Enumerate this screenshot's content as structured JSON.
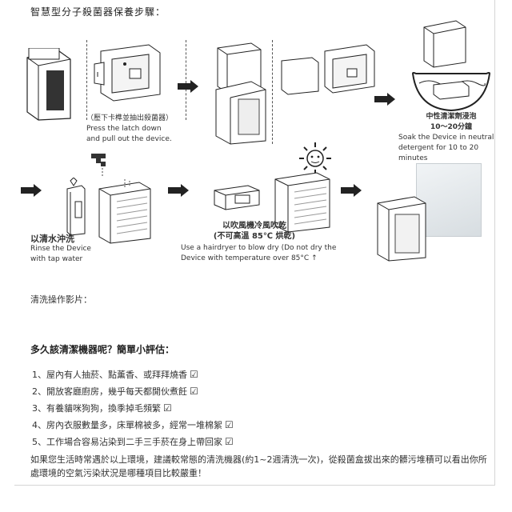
{
  "title": "智慧型分子殺菌器保養步驟：",
  "step_remove": {
    "zh": "（壓下卡榫並抽出殺菌器）",
    "en1": "Press the latch down",
    "en2": "and pull out the device."
  },
  "step_soak": {
    "zh1": "中性清潔劑浸泡",
    "zh2": "10～20分鐘",
    "en1": "Soak the Device in neutral",
    "en2": "detergent for 10 to 20 minutes"
  },
  "step_rinse": {
    "zh": "以清水沖洗",
    "en1": "Rinse the Device",
    "en2": "with tap water"
  },
  "step_dry": {
    "zh1": "以吹風機冷風吹乾",
    "zh2": "(不可高溫 85℃ 烘乾)",
    "en1": "Use a hairdryer to blow dry (Do not dry the",
    "en2": "Device with temperature over 85°C"
  },
  "video_label": "清洗操作影片：",
  "question": "多久該清潔機器呢？簡單小評估：",
  "checklist": [
    "1、屋內有人抽菸、點薰香、或拜拜燒香",
    "2、開放客廳廚房，幾乎每天都開伙煮飪",
    "3、有養貓咪狗狗，換季掉毛頻繁",
    "4、房內衣服數量多，床單棉被多，經常一堆棉絮",
    "5、工作場合容易沾染到二手三手菸在身上帶回家"
  ],
  "check_mark": "☑",
  "paragraph": "如果您生活時常遇於以上環境，建議較常態的清洗機器(約1~2週清洗一次)，從殺菌盒拔出來的髒污堆積可以看出你所處環境的空氣污染狀況是哪種項目比較嚴重！"
}
